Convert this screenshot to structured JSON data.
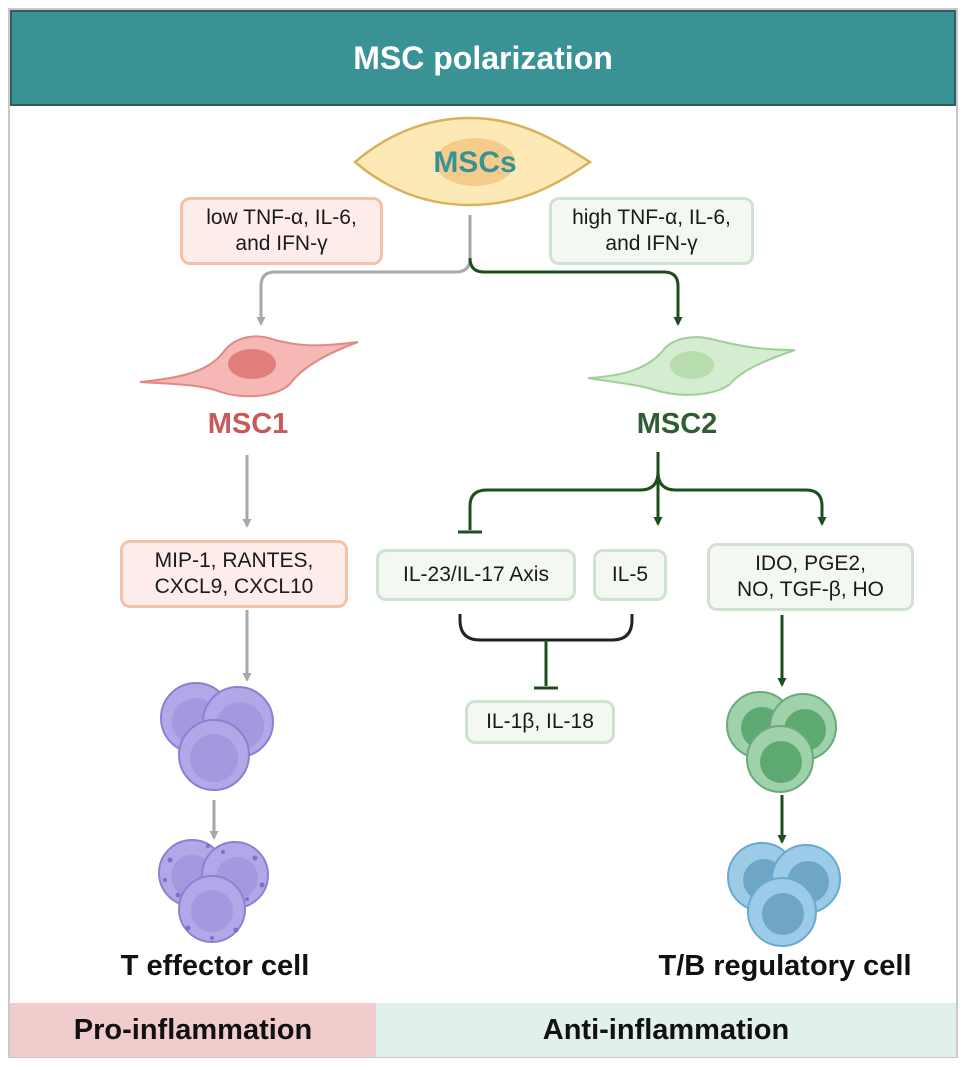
{
  "header": {
    "title": "MSC polarization"
  },
  "source": {
    "label": "MSCs"
  },
  "conditions": {
    "low": "low TNF-α, IL-6,\nand IFN-γ",
    "high": "high TNF-α, IL-6,\nand IFN-γ"
  },
  "msc1": {
    "label": "MSC1",
    "factors": "MIP-1, RANTES,\nCXCL9, CXCL10",
    "cell_label": "T effector cell"
  },
  "msc2": {
    "label": "MSC2",
    "inhibit_axis": "IL-23/IL-17 Axis",
    "il5": "IL-5",
    "inhibit_target": "IL-1β, IL-18",
    "factors": "IDO, PGE2,\nNO, TGF-β, HO",
    "cell_label": "T/B regulatory cell"
  },
  "footer": {
    "pro": "Pro-inflammation",
    "anti": "Anti-inflammation"
  },
  "colors": {
    "header": "#3a9295",
    "msc1": "#c85a5a",
    "msc2": "#2f5e35",
    "arrow_grey": "#a8a8a8",
    "arrow_green": "#1f4d1f",
    "pro_bg": "#f1cccc",
    "anti_bg": "#e1f0ed"
  }
}
